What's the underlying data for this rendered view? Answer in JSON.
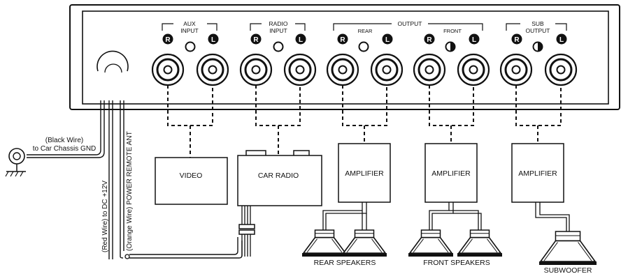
{
  "panel": {
    "groups": [
      {
        "line1": "AUX",
        "line2": "INPUT"
      },
      {
        "line1": "RADIO",
        "line2": "INPUT"
      },
      {
        "line1": "OUTPUT",
        "sub_left": "REAR",
        "sub_right": "FRONT"
      },
      {
        "line1": "SUB",
        "line2": "OUTPUT"
      }
    ],
    "channel_right": "R",
    "channel_left": "L"
  },
  "boxes": {
    "video": "VIDEO",
    "car_radio": "CAR RADIO",
    "amp_rear": "AMPLIFIER",
    "amp_front": "AMPLIFIER",
    "amp_sub": "AMPLIFIER"
  },
  "speakers": {
    "rear": "REAR SPEAKERS",
    "front": "FRONT SPEAKERS",
    "sub": "SUBWOOFER"
  },
  "wires": {
    "black_line1": "(Black Wire)",
    "black_line2": "to Car Chassis GND",
    "red": "(Red Wire) to DC +12V",
    "orange": "(Orange Wire) POWER REMOTE ANT"
  }
}
